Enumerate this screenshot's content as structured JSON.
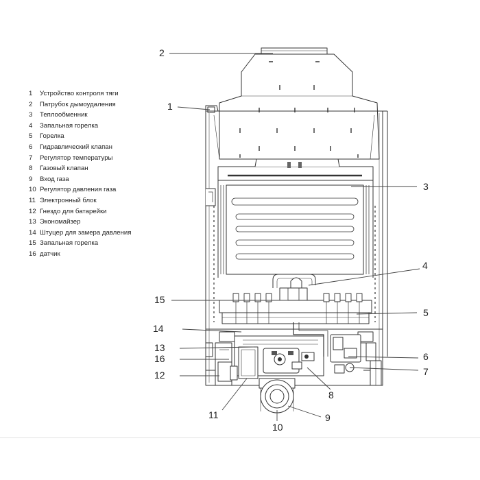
{
  "legend": [
    {
      "num": "1",
      "text": "Устройство контроля тяги"
    },
    {
      "num": "2",
      "text": "Патрубок дымоудаления"
    },
    {
      "num": "3",
      "text": "Теплообменник"
    },
    {
      "num": "4",
      "text": "Запальная горелка"
    },
    {
      "num": "5",
      "text": "Горелка"
    },
    {
      "num": "6",
      "text": "Гидравлический клапан"
    },
    {
      "num": "7",
      "text": "Регулятор температуры"
    },
    {
      "num": "8",
      "text": "Газовый клапан"
    },
    {
      "num": "9",
      "text": "Вход газа"
    },
    {
      "num": "10",
      "text": "Регулятор давления газа"
    },
    {
      "num": "11",
      "text": "Электронный блок"
    },
    {
      "num": "12",
      "text": "Гнездо для батарейки"
    },
    {
      "num": "13",
      "text": "Экономайзер"
    },
    {
      "num": "14",
      "text": "Штуцер для замера давления"
    },
    {
      "num": "15",
      "text": "Запальная горелка"
    },
    {
      "num": "16",
      "text": "датчик"
    }
  ],
  "callouts": {
    "c1": "1",
    "c2": "2",
    "c3": "3",
    "c4": "4",
    "c5": "5",
    "c6": "6",
    "c7": "7",
    "c8": "8",
    "c9": "9",
    "c10": "10",
    "c11": "11",
    "c12": "12",
    "c13": "13",
    "c14": "14",
    "c15": "15",
    "c16": "16"
  },
  "colors": {
    "line": "#333333",
    "leader": "#444444",
    "text": "#222222"
  }
}
